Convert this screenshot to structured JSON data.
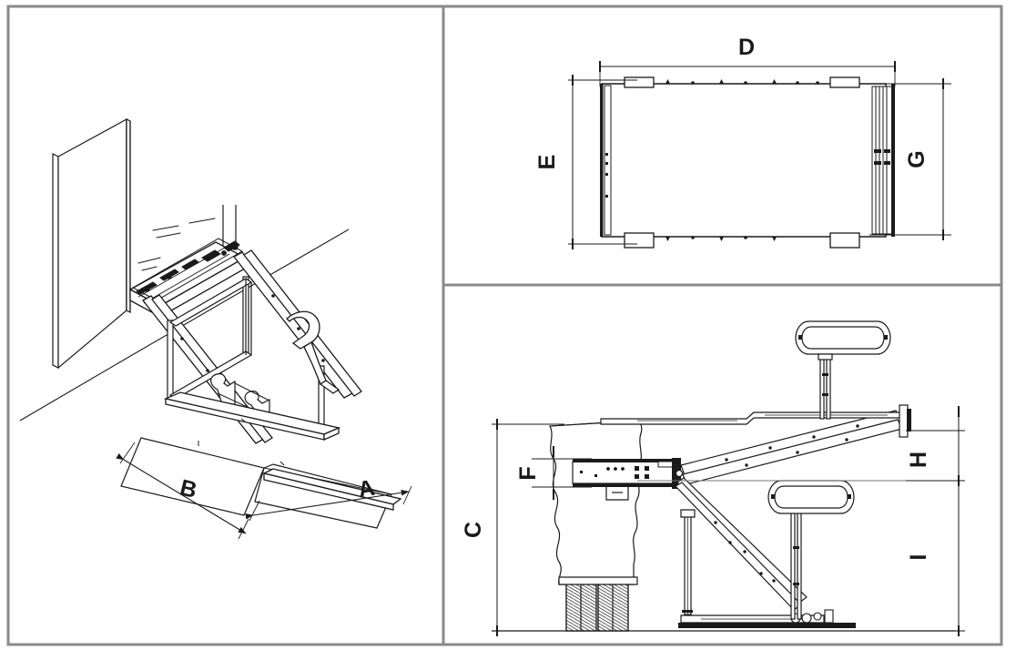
{
  "drawing": {
    "title": "Tail lift / cantilever loading platform general arrangement",
    "sheet_width": 1116,
    "sheet_height": 714,
    "background_color": "#ffffff",
    "line_color": "#1a1a1a",
    "border_color": "#808080",
    "thin_line_color": "#555555"
  },
  "panels": [
    {
      "id": "isometric",
      "name": "isometric-view",
      "position": "left",
      "description": "Isometric view of platform lift deployed from vehicle rear against wall"
    },
    {
      "id": "plan",
      "name": "plan-view",
      "position": "top-right",
      "description": "Plan view of platform showing overall width and depth"
    },
    {
      "id": "elevation",
      "name": "side-elevation-view",
      "position": "bottom-right",
      "description": "Side elevation with vehicle chassis, wheels, linkage arms and handrails"
    }
  ],
  "dimensions": {
    "isometric": [
      {
        "key": "A",
        "label": "A",
        "name": "dimension-a",
        "view": "isometric",
        "orientation": "iso-right"
      },
      {
        "key": "B",
        "label": "B",
        "name": "dimension-b",
        "view": "isometric",
        "orientation": "iso-left"
      }
    ],
    "plan": [
      {
        "key": "D",
        "label": "D",
        "name": "dimension-d",
        "view": "plan",
        "orientation": "horizontal"
      },
      {
        "key": "E",
        "label": "E",
        "name": "dimension-e",
        "view": "plan",
        "orientation": "vertical"
      },
      {
        "key": "G",
        "label": "G",
        "name": "dimension-g",
        "view": "plan",
        "orientation": "vertical"
      }
    ],
    "elevation": [
      {
        "key": "C",
        "label": "C",
        "name": "dimension-c",
        "view": "elevation",
        "orientation": "vertical"
      },
      {
        "key": "F",
        "label": "F",
        "name": "dimension-f",
        "view": "elevation",
        "orientation": "vertical"
      },
      {
        "key": "H",
        "label": "H",
        "name": "dimension-h",
        "view": "elevation",
        "orientation": "vertical"
      },
      {
        "key": "I",
        "label": "I",
        "name": "dimension-i",
        "view": "elevation",
        "orientation": "vertical"
      }
    ]
  },
  "labels": {
    "A": "A",
    "B": "B",
    "C": "C",
    "D": "D",
    "E": "E",
    "F": "F",
    "G": "G",
    "H": "H",
    "I": "I"
  },
  "components": {
    "wall": "wall-panel",
    "floor": "floor-line",
    "platform": "lift-platform",
    "lift_arms": "lift-arm-linkage",
    "handrail": "handrail-stanchion",
    "chassis": "vehicle-chassis",
    "wheels": "dual-wheel-assembly",
    "ground": "ground-line"
  }
}
